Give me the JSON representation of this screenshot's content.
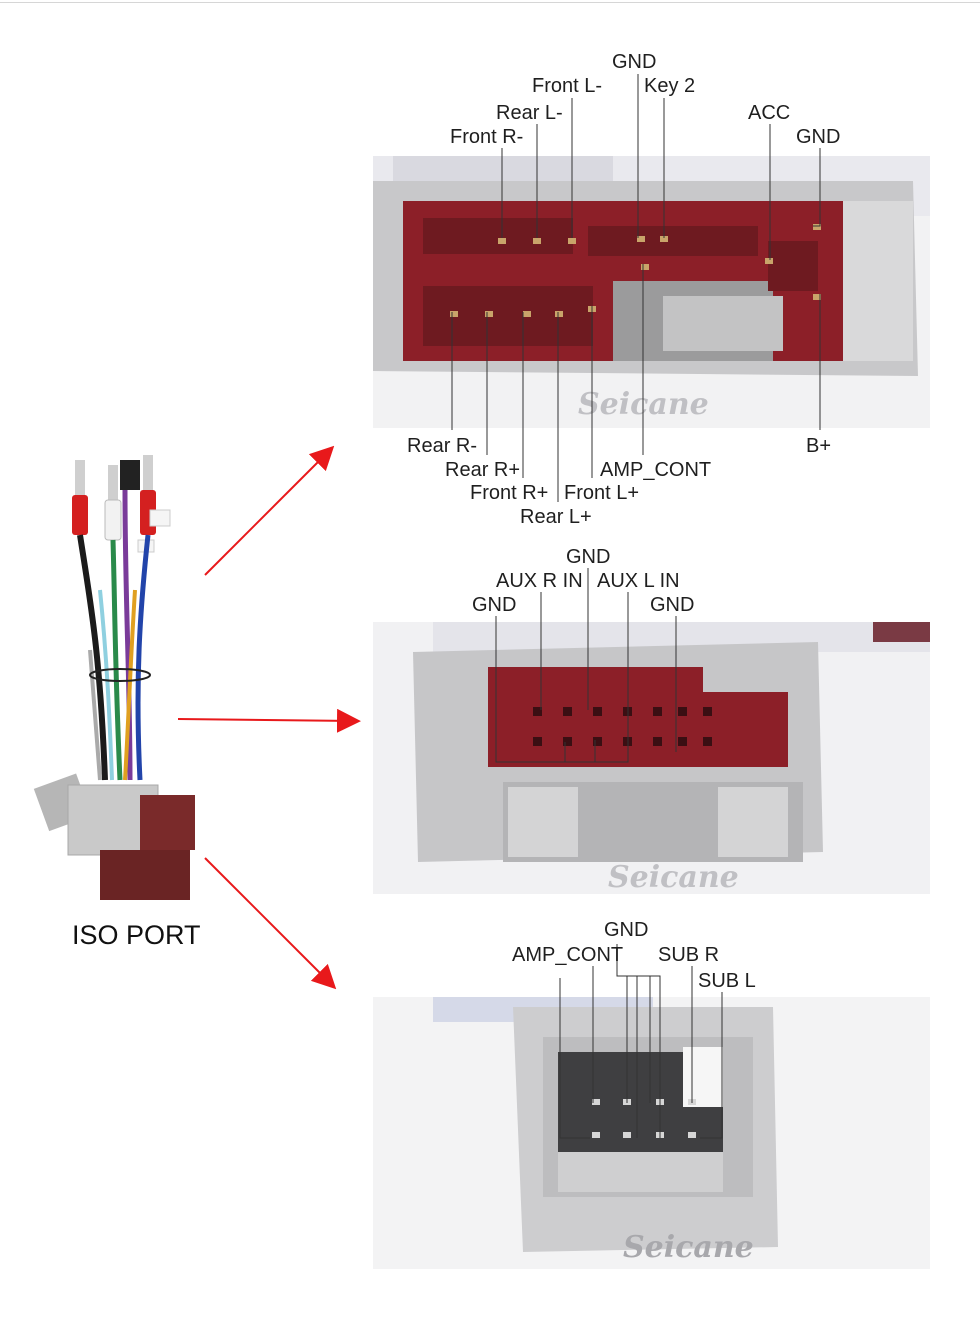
{
  "brand": {
    "watermark": "Seicane",
    "accent": "#e8191b"
  },
  "left": {
    "title": "ISO PORT"
  },
  "connector1": {
    "top_labels": {
      "gnd_a": "GND",
      "front_l_minus": "Front L-",
      "key2": "Key 2",
      "rear_l_minus": "Rear L-",
      "acc": "ACC",
      "front_r_minus": "Front R-",
      "gnd_b": "GND"
    },
    "bottom_labels": {
      "rear_r_minus": "Rear R-",
      "b_plus": "B+",
      "rear_r_plus": "Rear R+",
      "amp_cont": "AMP_CONT",
      "front_r_plus": "Front R+",
      "front_l_plus": "Front L+",
      "rear_l_plus": "Rear L+"
    }
  },
  "connector2": {
    "labels": {
      "gnd_top": "GND",
      "aux_r_in": "AUX R IN",
      "aux_l_in": "AUX L IN",
      "gnd_left": "GND",
      "gnd_right": "GND"
    }
  },
  "connector3": {
    "labels": {
      "gnd": "GND",
      "amp_cont": "AMP_CONT",
      "sub_r": "SUB R",
      "sub_l": "SUB L"
    }
  }
}
